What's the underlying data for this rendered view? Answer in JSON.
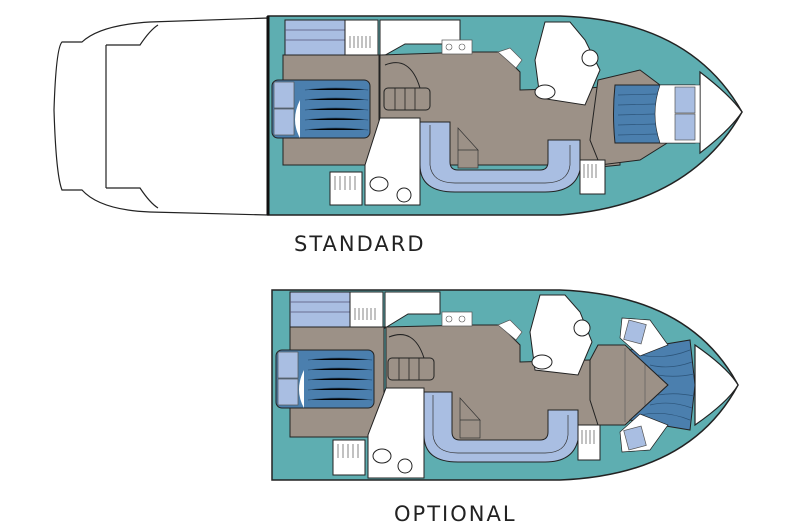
{
  "diagram": {
    "subject": "Motor yacht deck layout",
    "layouts": [
      {
        "id": "standard",
        "label": "STANDARD",
        "has_swim_platform": true,
        "forward_cabin": "island-berth"
      },
      {
        "id": "optional",
        "label": "OPTIONAL",
        "has_swim_platform": false,
        "forward_cabin": "twin-v-berth"
      }
    ],
    "colors": {
      "teal": "#5eaeb1",
      "taupe": "#9c9187",
      "light_blue": "#a9bee2",
      "bed_blue": "#4b7fae",
      "outline": "#222222",
      "white": "#ffffff"
    }
  }
}
